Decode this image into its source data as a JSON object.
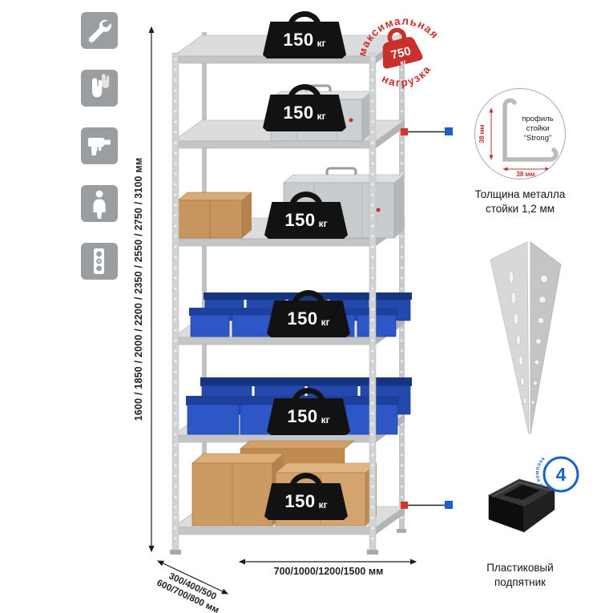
{
  "tool_icons": [
    {
      "icon": "wrench-icon"
    },
    {
      "icon": "gloves-icon"
    },
    {
      "icon": "drill-icon"
    },
    {
      "icon": "person-icon"
    },
    {
      "icon": "level-icon"
    }
  ],
  "dimensions": {
    "height": "1600 / 1850 / 2000 / 2200 / 2350 / 2550 / 2750 / 3100 мм",
    "depth_line1": "300/400/500",
    "depth_line2": "600/700/800 мм",
    "width": "700/1000/1200/1500 мм"
  },
  "shelf_loads": {
    "unit": "кг",
    "values": [
      "150",
      "150",
      "150",
      "150",
      "150",
      "150"
    ]
  },
  "stamp": {
    "arc_top": "максимальная",
    "arc_bottom": "нагрузка",
    "value": "750",
    "unit": "кг"
  },
  "profile_callout": {
    "dim_vertical": "38 мм",
    "dim_horizontal": "38 мм.",
    "line1": "профиль",
    "line2": "стойки",
    "line3": "“Strong”",
    "caption_line1": "Толщина металла",
    "caption_line2": "стойки 1,2 мм"
  },
  "foot_callout": {
    "badge_value": "4",
    "badge_text": "в комплекте",
    "caption_line1": "Пластиковый",
    "caption_line2": "подпятник"
  },
  "colors": {
    "accent_red": "#c92f2b",
    "accent_blue": "#1b5fc2",
    "bin_blue": "#2d57c6",
    "box_tan": "#cc9a63",
    "metal_gray": "#ced0d2"
  }
}
